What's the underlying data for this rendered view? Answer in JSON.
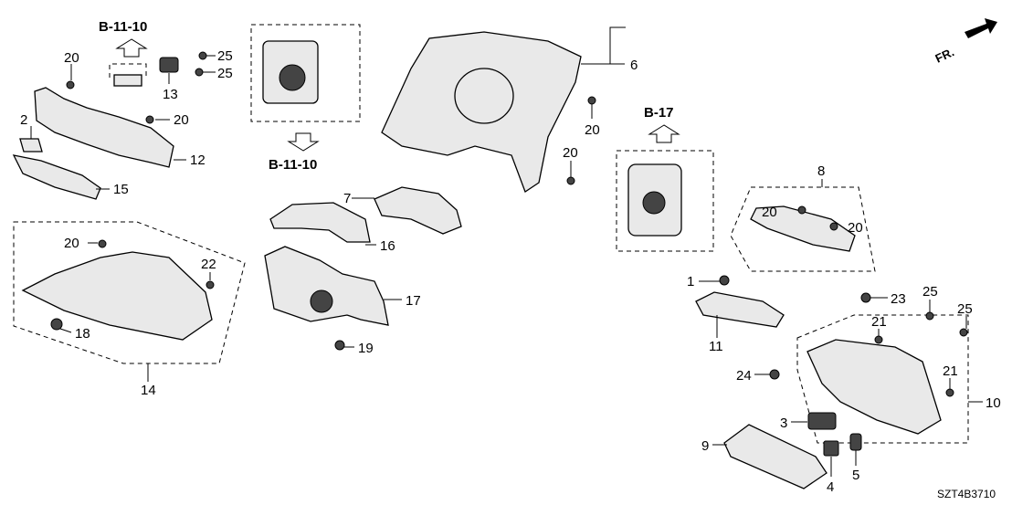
{
  "diagram": {
    "code": "SZT4B3710",
    "direction": "FR.",
    "refs": {
      "b1110_top": "B-11-10",
      "b1110_mid": "B-11-10",
      "b17": "B-17"
    },
    "labels": {
      "p1": "1",
      "p2": "2",
      "p3": "3",
      "p4": "4",
      "p5": "5",
      "p6": "6",
      "p7": "7",
      "p8": "8",
      "p9": "9",
      "p10": "10",
      "p11": "11",
      "p12": "12",
      "p13": "13",
      "p14": "14",
      "p15": "15",
      "p16": "16",
      "p17": "17",
      "p18": "18",
      "p19": "19",
      "p20a": "20",
      "p20b": "20",
      "p20c": "20",
      "p20d": "20",
      "p20e": "20",
      "p20f": "20",
      "p20g": "20",
      "p21a": "21",
      "p21b": "21",
      "p22": "22",
      "p23": "23",
      "p24": "24",
      "p25a": "25",
      "p25b": "25",
      "p25c": "25",
      "p25d": "25"
    }
  }
}
